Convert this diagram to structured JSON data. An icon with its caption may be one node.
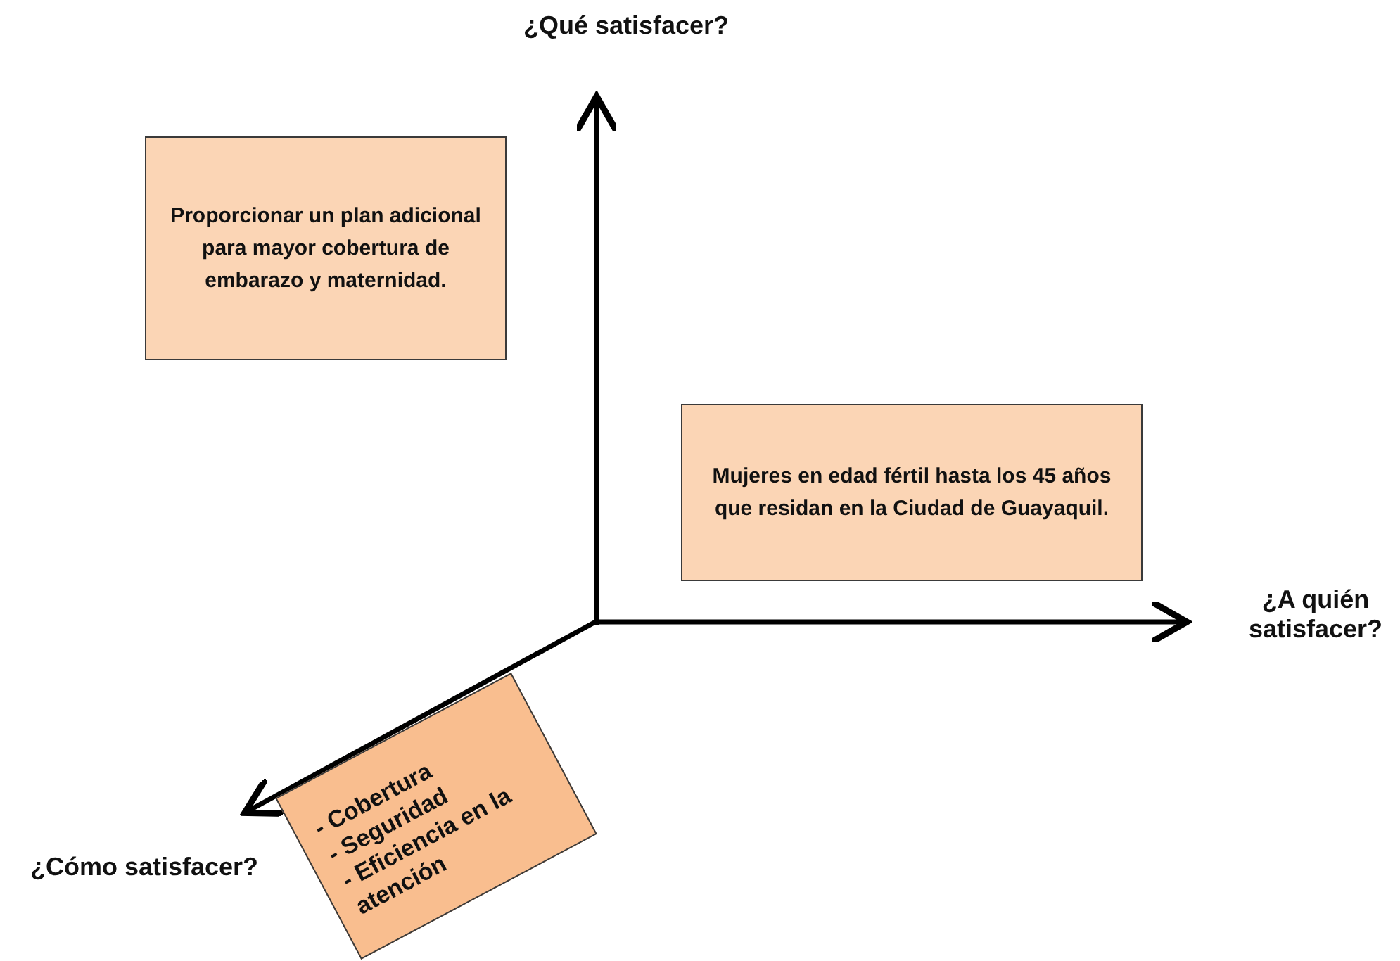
{
  "diagram": {
    "nodes": [
      {
        "text": [
          "Proporcionar un plan adicional para mayor cobertura de embarazo y maternidad."
        ]
      },
      {
        "text": [
          "Mujeres en edad fértil hasta los 45 años que residan en la Ciudad de Guayaquil."
        ]
      },
      {
        "text": [
          "- Cobertura",
          "- Seguridad",
          "- Eficiencia en la atención"
        ]
      }
    ],
    "labels": [
      "¿Qué satisfacer?",
      "¿A quién satisfacer?",
      "¿Cómo satisfacer?"
    ]
  }
}
